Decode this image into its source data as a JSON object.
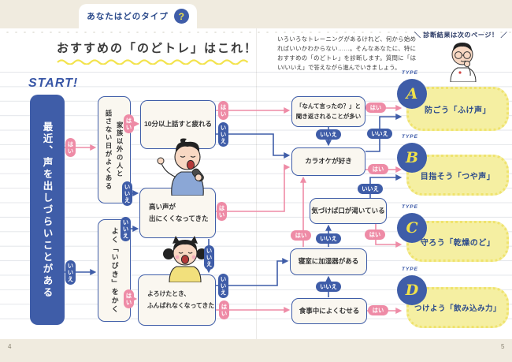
{
  "header": {
    "tab_label": "あなたはどのタイプ",
    "tab_question_mark": "?",
    "title": "おすすめの「のどトレ」はこれ！",
    "intro": "いろいろなトレーニングがあるけれど、何から始めればいいかわからない……。そんなあなたに、特におすすめの「のどトレ」を診断します。質問に「はい/いいえ」で答えながら進んでいきましょう。",
    "next_page_callout": "＼ 診断結果は次のページ！ ／"
  },
  "flowchart": {
    "start_label": "START!",
    "start_question": "最近、声を出しづらいことがある",
    "answers": {
      "yes": "はい",
      "no": "いいえ"
    },
    "questions": {
      "family": "家族以外の人と\n話さない日がよくある",
      "snore": "よく「いびき」をかく",
      "ten_min": "10分以上話すと疲れる",
      "high_voice": "高い声が\n出にくくなってきた",
      "stumble": "よろけたとき、\nふんばれなくなってきた",
      "say_again": "「なんて言ったの？」と\n聞き返されることが多い",
      "karaoke": "カラオケが好き",
      "dry_mouth": "気づけば口が渇いている",
      "humidifier": "寝室に加湿器がある",
      "choke": "食事中によくむせる"
    },
    "results": [
      {
        "type_label": "TYPE",
        "letter": "A",
        "title": "防ごう「ふけ声」"
      },
      {
        "type_label": "TYPE",
        "letter": "B",
        "title": "目指そう「つや声」"
      },
      {
        "type_label": "TYPE",
        "letter": "C",
        "title": "守ろう「乾燥のど」"
      },
      {
        "type_label": "TYPE",
        "letter": "D",
        "title": "つけよう「飲み込み力」"
      }
    ]
  },
  "footer": {
    "page_left": "4",
    "page_right": "5"
  },
  "colors": {
    "blue": "#3f5da8",
    "pink": "#ee8ba6",
    "bubble_yellow": "#f5efa2",
    "accent_yellow": "#f0e14a",
    "beige_background": "#f0ebdf",
    "result_text": "#2b4a8b"
  }
}
